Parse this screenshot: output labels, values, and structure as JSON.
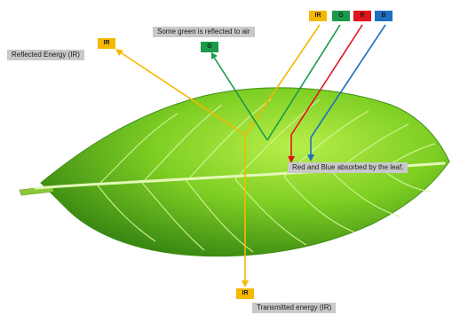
{
  "labels": {
    "reflected_energy": "Reflected Energy (IR)",
    "some_green": "Some green  is reflected to air",
    "absorbed": "Red and Blue absorbed by the leaf.",
    "transmitted": "Transmitted energy (IR)"
  },
  "chips": {
    "ir_left": "IR",
    "g_mid": "G",
    "ir_top": "IR",
    "g_top": "G",
    "r_top": "R",
    "b_top": "B",
    "ir_bottom": "IR"
  },
  "colors": {
    "ir": "#f5b800",
    "green": "#1a9a4a",
    "red": "#e0151b",
    "blue": "#1f6fc0",
    "label_gray": "#c9c9c9",
    "leaf_light": "#9fe33a",
    "leaf_dark": "#2f7d10"
  }
}
